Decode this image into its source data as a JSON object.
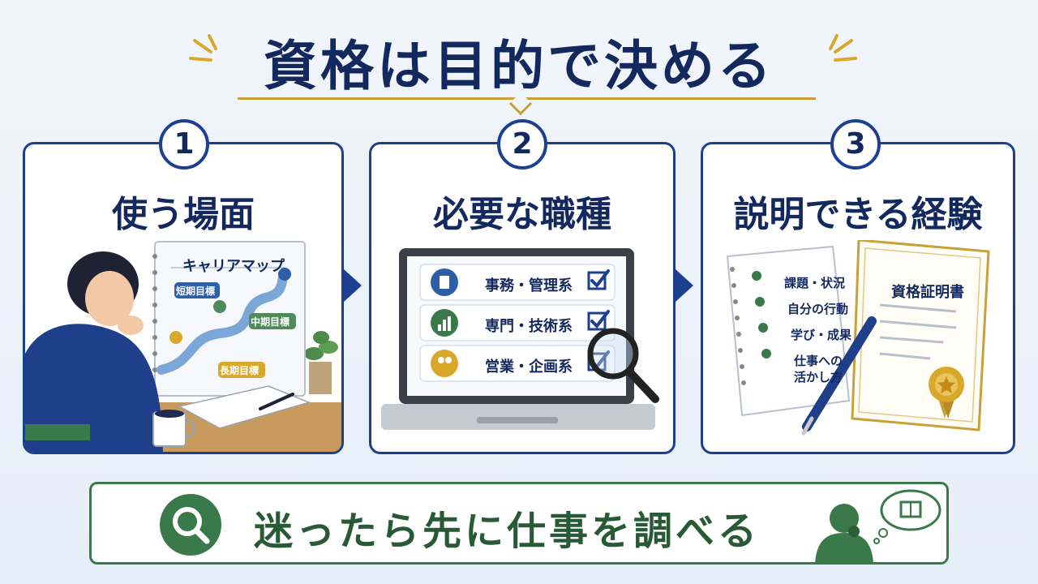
{
  "header": {
    "title": "資格は目的で決める"
  },
  "steps": [
    {
      "number": "1",
      "title": "使う場面",
      "map_title": "キャリアマップ",
      "labels": [
        "短期目標",
        "中期目標",
        "長期目標"
      ]
    },
    {
      "number": "2",
      "title": "必要な職種",
      "jobs": [
        "事務・管理系",
        "専門・技術系",
        "営業・企画系"
      ]
    },
    {
      "number": "3",
      "title": "説明できる経験",
      "checklist": [
        "課題・状況",
        "自分の行動",
        "学び・成果",
        "仕事への",
        "活かし方"
      ],
      "certificate": "資格証明書"
    }
  ],
  "footer": {
    "text": "迷ったら先に仕事を調べる"
  },
  "colors": {
    "navy": "#13295e",
    "border": "#1c3f8f",
    "gold": "#c9a13a",
    "green": "#3a7a4a"
  }
}
